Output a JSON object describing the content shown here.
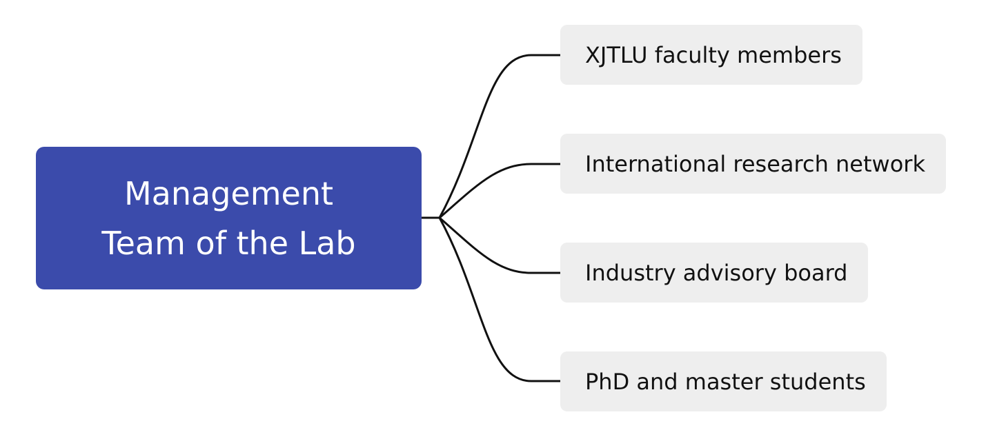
{
  "diagram": {
    "root": {
      "line1": "Management",
      "line2": "Team of the Lab"
    },
    "children": [
      {
        "label": "XJTLU faculty members"
      },
      {
        "label": "International research network"
      },
      {
        "label": "Industry advisory board"
      },
      {
        "label": "PhD and master students"
      }
    ]
  },
  "colors": {
    "root_fill": "#3b4bab",
    "root_text": "#ffffff",
    "child_fill": "#eeeeee",
    "child_text": "#111111",
    "connector": "#111111"
  }
}
